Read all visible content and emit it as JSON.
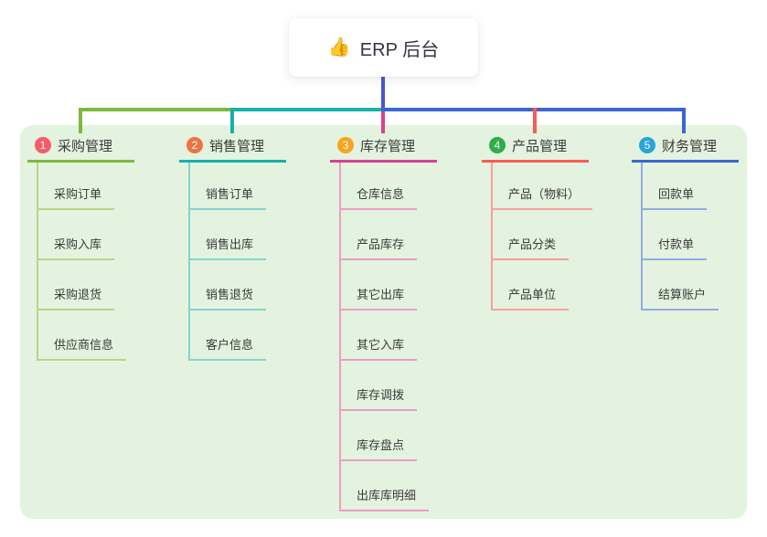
{
  "root": {
    "label": "ERP 后台",
    "icon": {
      "name": "thumbs-up-icon",
      "glyph": "👍"
    }
  },
  "connectors": {
    "stem_color": "#4b55d2"
  },
  "panel": {
    "bg_color": "#e3f3df"
  },
  "branches": [
    {
      "num": "1",
      "title": "采购管理",
      "badge_color": "#f75b67",
      "line_color": "#7eb83e",
      "light_line_color": "#b5d788",
      "children": [
        "采购订单",
        "采购入库",
        "采购退货",
        "供应商信息"
      ]
    },
    {
      "num": "2",
      "title": "销售管理",
      "badge_color": "#ef7342",
      "line_color": "#17b1a8",
      "light_line_color": "#83d5ce",
      "children": [
        "销售订单",
        "销售出库",
        "销售退货",
        "客户信息"
      ]
    },
    {
      "num": "3",
      "title": "库存管理",
      "badge_color": "#f8a41d",
      "line_color": "#d8418f",
      "light_line_color": "#ec9dc8",
      "children": [
        "仓库信息",
        "产品库存",
        "其它出库",
        "其它入库",
        "库存调拨",
        "库存盘点",
        "出库库明细"
      ]
    },
    {
      "num": "4",
      "title": "产品管理",
      "badge_color": "#2fad49",
      "line_color": "#f95b52",
      "light_line_color": "#f9a09a",
      "children": [
        "产品（物料）",
        "产品分类",
        "产品单位"
      ]
    },
    {
      "num": "5",
      "title": "财务管理",
      "badge_color": "#28a4dd",
      "line_color": "#3c66cf",
      "light_line_color": "#94a9e4",
      "children": [
        "回款单",
        "付款单",
        "结算账户"
      ]
    }
  ]
}
